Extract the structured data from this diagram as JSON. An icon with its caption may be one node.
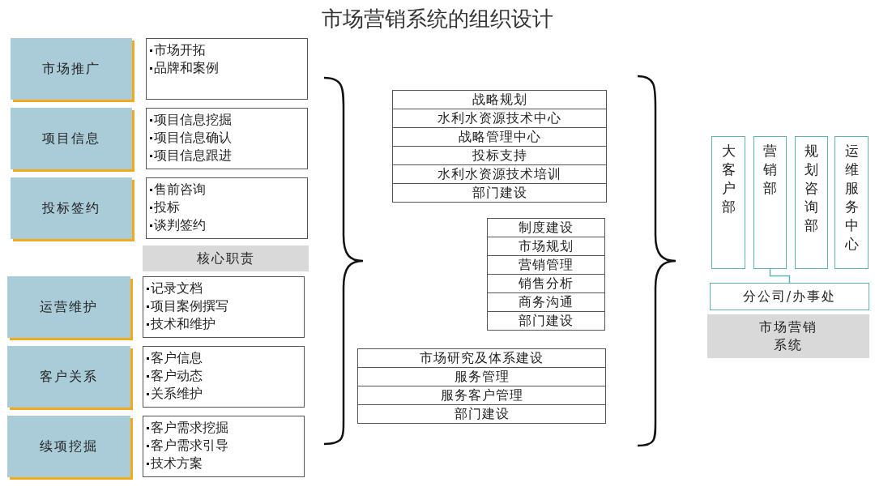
{
  "diagram": {
    "title": "市场营销系统的组织设计",
    "nodes": [
      {
        "text": [
          "市场推广"
        ]
      },
      {
        "text": [
          "项目信息"
        ]
      },
      {
        "text": [
          "投标签约"
        ]
      },
      {
        "text": [
          "运营维护"
        ]
      },
      {
        "text": [
          "客户关系"
        ]
      },
      {
        "text": [
          "续项挖掘"
        ]
      },
      {
        "text": [
          "市场开拓",
          "品牌和案例"
        ]
      },
      {
        "text": [
          "项目信息挖掘",
          "项目信息确认",
          "项目信息跟进"
        ]
      },
      {
        "text": [
          "售前咨询",
          "投标",
          "谈判签约"
        ]
      },
      {
        "text": [
          "核心职责"
        ]
      },
      {
        "text": [
          "记录文档",
          "项目案例撰写",
          "技术和维护"
        ]
      },
      {
        "text": [
          "客户信息",
          "客户动态",
          "关系维护"
        ]
      },
      {
        "text": [
          "客户需求挖掘",
          "客户需求引导",
          "技术方案"
        ]
      },
      {
        "text": [
          "战略规划"
        ]
      },
      {
        "text": [
          "水利水资源技术中心"
        ]
      },
      {
        "text": [
          "战略管理中心"
        ]
      },
      {
        "text": [
          "投标支持"
        ]
      },
      {
        "text": [
          "水利水资源技术培训"
        ]
      },
      {
        "text": [
          "部门建设"
        ]
      },
      {
        "text": [
          "制度建设"
        ]
      },
      {
        "text": [
          "市场规划"
        ]
      },
      {
        "text": [
          "营销管理"
        ]
      },
      {
        "text": [
          "销售分析"
        ]
      },
      {
        "text": [
          "商务沟通"
        ]
      },
      {
        "text": [
          "部门建设"
        ]
      },
      {
        "text": [
          "市场研究及体系建设"
        ]
      },
      {
        "text": [
          "服务管理"
        ]
      },
      {
        "text": [
          "服务客户管理"
        ]
      },
      {
        "text": [
          "部门建设"
        ]
      },
      {
        "text": [
          "大客户部"
        ]
      },
      {
        "text": [
          "营销部"
        ]
      },
      {
        "text": [
          "规划咨询部"
        ]
      },
      {
        "text": [
          "运维服务中心"
        ]
      },
      {
        "text": [
          "分公司/办事处"
        ]
      },
      {
        "text": [
          "市场营销系统"
        ]
      }
    ],
    "edges": [
      {
        "from": 30,
        "to": 33,
        "arrow": "none"
      }
    ]
  }
}
